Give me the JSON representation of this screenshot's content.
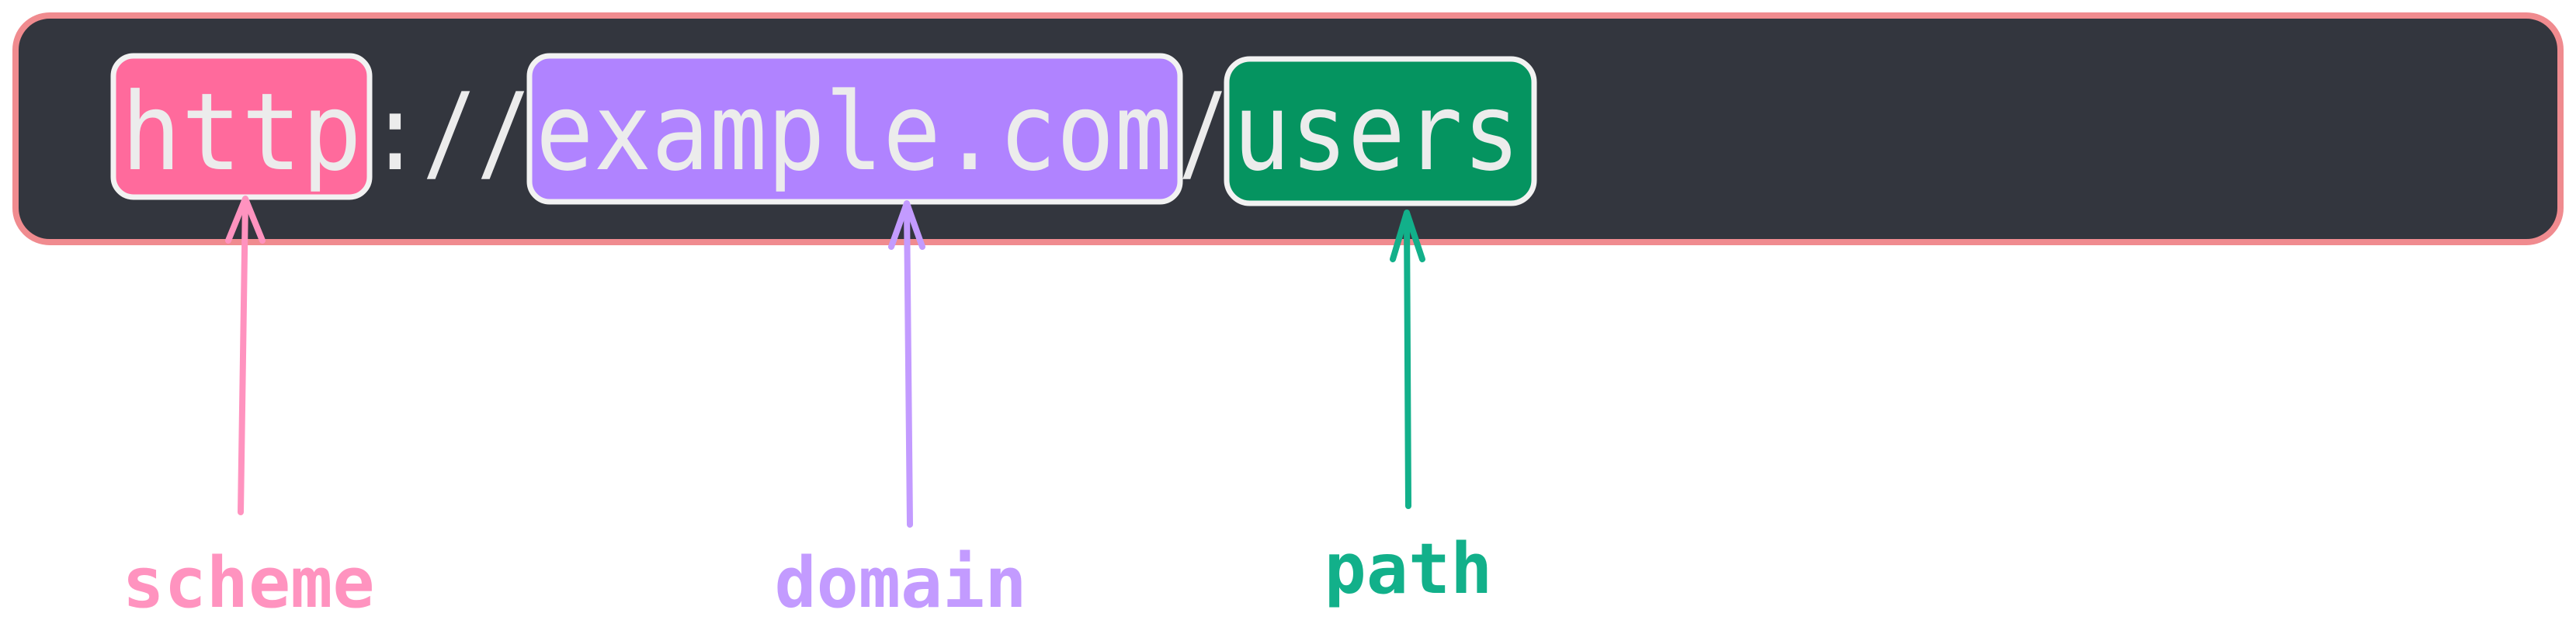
{
  "url": {
    "scheme": "http",
    "separator": "://",
    "domain": "example.com",
    "slash": "/",
    "path": "users"
  },
  "labels": {
    "scheme": "scheme",
    "domain": "domain",
    "path": "path"
  },
  "colors": {
    "bar_background": "#33363e",
    "bar_border": "#f08b8f",
    "text": "#ececec",
    "scheme_fill": "#ff6a9c",
    "scheme_label": "#ff93bf",
    "domain_fill": "#b083ff",
    "domain_label": "#c39bff",
    "path_fill": "#059460",
    "path_label": "#12b08a",
    "box_stroke": "#f2f2f2"
  }
}
